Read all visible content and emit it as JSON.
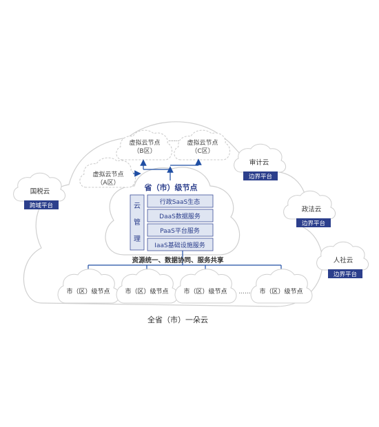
{
  "title": "全省（市）一朵云",
  "province_node": {
    "title": "省（市）级节点",
    "cloud_mgmt": [
      "云",
      "管",
      "理"
    ],
    "services": [
      "行政SaaS生态",
      "DaaS数据服务",
      "PaaS平台服务",
      "IaaS基础设施服务"
    ]
  },
  "virtual_nodes": [
    {
      "line1": "虚拟云节点",
      "line2": "（A区）"
    },
    {
      "line1": "虚拟云节点",
      "line2": "（B区）"
    },
    {
      "line1": "虚拟云节点",
      "line2": "（C区）"
    }
  ],
  "virtual_ellipsis": "......",
  "resource_text": "资源统一、数据协同、服务共享",
  "city_nodes": [
    "市（区）级节点",
    "市（区）级节点",
    "市（区）级节点",
    "市（区）级节点"
  ],
  "city_ellipsis": "......",
  "side_clouds": [
    {
      "name": "国税云",
      "tag": "跨域平台"
    },
    {
      "name": "审计云",
      "tag": "边界平台"
    },
    {
      "name": "政法云",
      "tag": "边界平台"
    },
    {
      "name": "人社云",
      "tag": "边界平台"
    }
  ],
  "colors": {
    "accent": "#2c3f8c",
    "arrow": "#1f4ea3",
    "outline": "#c9c9c9",
    "service_fill": "#dfe5f2"
  }
}
